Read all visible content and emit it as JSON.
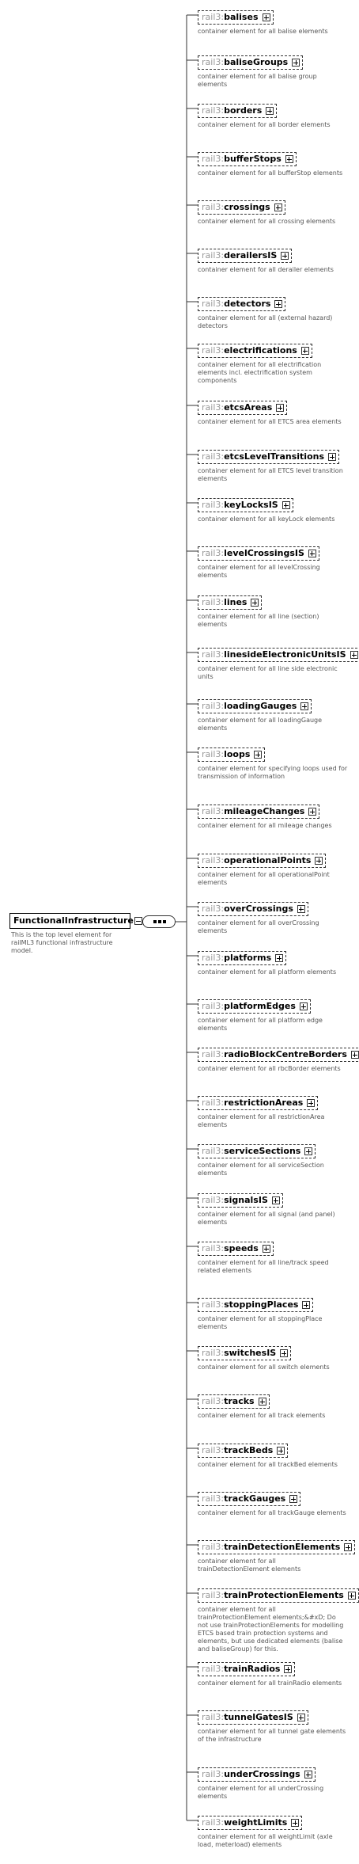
{
  "root": {
    "name": "FunctionalInfrastructure",
    "description": "This is the top level element for railML3 functional infrastructure model."
  },
  "namespace_prefix": "rail3:",
  "elements": [
    {
      "name": "balises",
      "description": "container element for all balise elements"
    },
    {
      "name": "baliseGroups",
      "description": "container element for all balise group elements"
    },
    {
      "name": "borders",
      "description": "container element for all border elements"
    },
    {
      "name": "bufferStops",
      "description": "container element for all bufferStop elements"
    },
    {
      "name": "crossings",
      "description": "container element for all crossing elements"
    },
    {
      "name": "derailersIS",
      "description": "container element for all derailer elements"
    },
    {
      "name": "detectors",
      "description": "container element for all (external hazard) detectors"
    },
    {
      "name": "electrifications",
      "description": "container element for all electrification elements incl. electrification system components"
    },
    {
      "name": "etcsAreas",
      "description": "container element for all ETCS area elements"
    },
    {
      "name": "etcsLevelTransitions",
      "description": "container element for all ETCS level transition elements"
    },
    {
      "name": "keyLocksIS",
      "description": "container element for all keyLock elements"
    },
    {
      "name": "levelCrossingsIS",
      "description": "container element for all levelCrossing elements"
    },
    {
      "name": "lines",
      "description": "container element for all line (section) elements"
    },
    {
      "name": "linesideElectronicUnitsIS",
      "description": "container element for all line side electronic units"
    },
    {
      "name": "loadingGauges",
      "description": "container element for all loadingGauge elements"
    },
    {
      "name": "loops",
      "description": "container element for specifying loops used for transmission of information"
    },
    {
      "name": "mileageChanges",
      "description": "container element for all mileage changes"
    },
    {
      "name": "operationalPoints",
      "description": "container element for all operationalPoint elements"
    },
    {
      "name": "overCrossings",
      "description": "container element for all overCrossing elements"
    },
    {
      "name": "platforms",
      "description": "container element for all platform elements"
    },
    {
      "name": "platformEdges",
      "description": "container element for all platform edge elements"
    },
    {
      "name": "radioBlockCentreBorders",
      "description": "container element for all rbcBorder elements"
    },
    {
      "name": "restrictionAreas",
      "description": "container element for all restrictionArea elements"
    },
    {
      "name": "serviceSections",
      "description": "container element for all serviceSection elements"
    },
    {
      "name": "signalsIS",
      "description": "container element for all signal (and panel) elements"
    },
    {
      "name": "speeds",
      "description": "container element for all line/track speed related elements"
    },
    {
      "name": "stoppingPlaces",
      "description": "container element for all stoppingPlace elements"
    },
    {
      "name": "switchesIS",
      "description": "container element for all switch elements"
    },
    {
      "name": "tracks",
      "description": "container element for all track elements"
    },
    {
      "name": "trackBeds",
      "description": "container element for all trackBed elements"
    },
    {
      "name": "trackGauges",
      "description": "container element for all trackGauge elements"
    },
    {
      "name": "trainDetectionElements",
      "description": "container element for all trainDetectionElement elements"
    },
    {
      "name": "trainProtectionElements",
      "description": "container element for all trainProtectionElement elements;&#xD; Do not use trainProtectionElements for modelling ETCS based train protection systems and elements, but use dedicated elements (balise and baliseGroup) for this."
    },
    {
      "name": "trainRadios",
      "description": "container element for all trainRadio elements"
    },
    {
      "name": "tunnelGatesIS",
      "description": "container element for all tunnel gate elements of the infrastructure"
    },
    {
      "name": "underCrossings",
      "description": "container element for all underCrossing elements"
    },
    {
      "name": "weightLimits",
      "description": "container element for all weightLimit (axle load, meterload) elements"
    }
  ]
}
